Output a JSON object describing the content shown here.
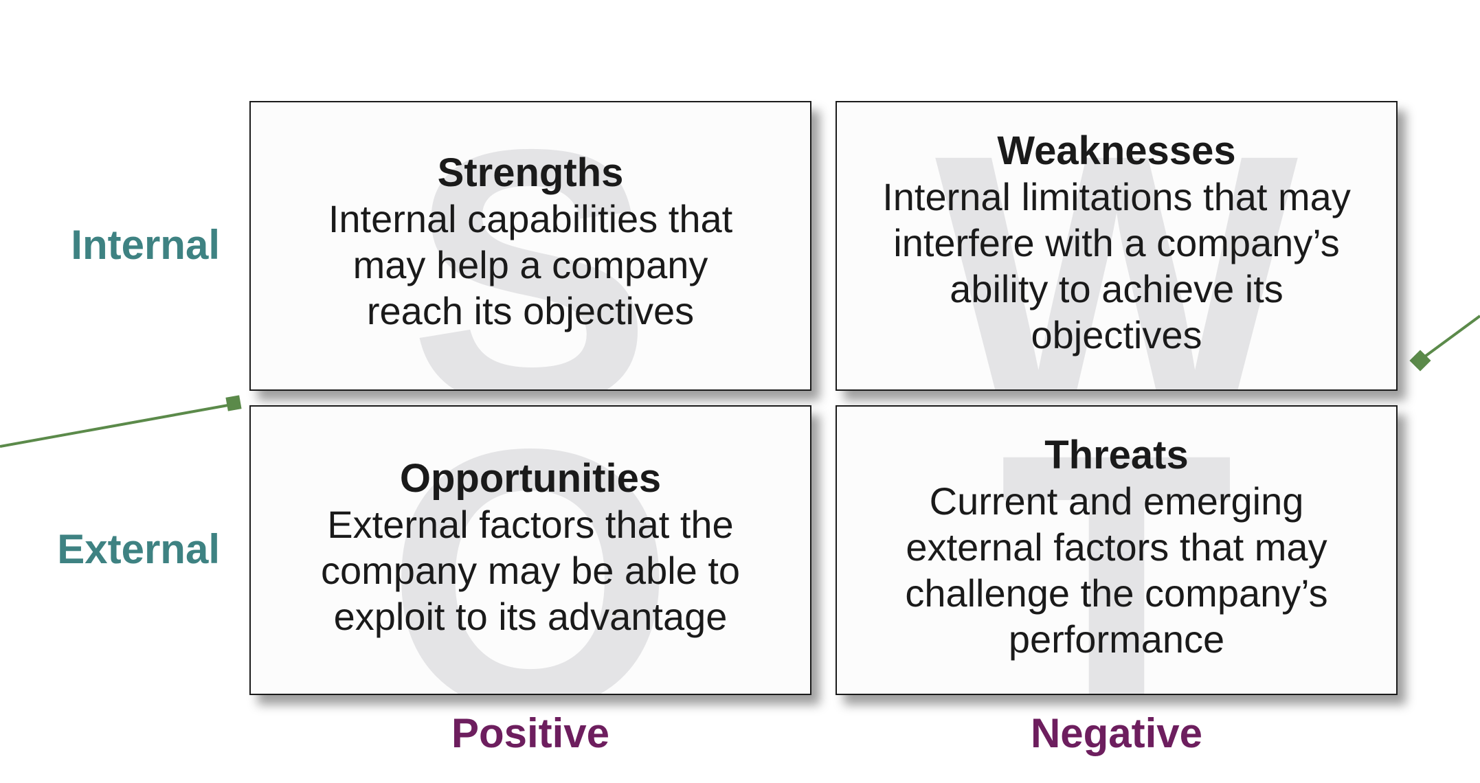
{
  "quadrants": {
    "strengths": {
      "letter": "S",
      "title": "Strengths",
      "description": "Internal capabilities that\nmay help a company\nreach its objectives"
    },
    "weaknesses": {
      "letter": "W",
      "title": "Weaknesses",
      "description": "Internal limitations that may\ninterfere with a company’s\nability to achieve its\nobjectives"
    },
    "opportunities": {
      "letter": "O",
      "title": "Opportunities",
      "description": "External factors that the\ncompany may be able to\nexploit to its advantage"
    },
    "threats": {
      "letter": "T",
      "title": "Threats",
      "description": "Current and emerging\nexternal factors that may\nchallenge the company’s\nperformance"
    }
  },
  "row_labels": {
    "internal": "Internal",
    "external": "External"
  },
  "column_labels": {
    "positive": "Positive",
    "negative": "Negative"
  },
  "colors": {
    "row_label": "#3e8282",
    "column_label": "#6d1e5e",
    "connector": "#5b8a4a",
    "watermark_letter": "#e4e4e6"
  }
}
